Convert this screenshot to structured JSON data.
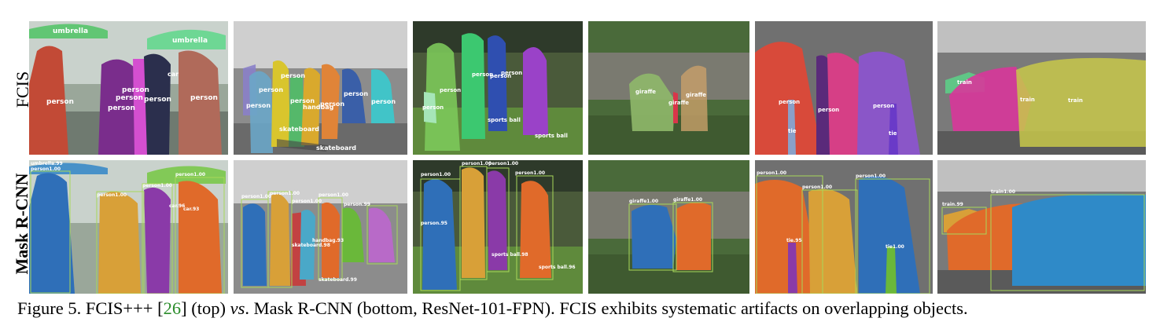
{
  "figure": {
    "row_labels": {
      "top": "FCIS",
      "bottom": "Mask R-CNN"
    },
    "caption": {
      "prefix": "Figure 5. FCIS+++ [",
      "cite": "26",
      "mid": "] (top) ",
      "vs": "vs",
      "rest": ". Mask R-CNN (bottom, ResNet-101-FPN). FCIS exhibits systematic artifacts on overlapping objects."
    },
    "fcis_labels": {
      "p1": [
        "umbrella",
        "umbrella",
        "person",
        "person",
        "person",
        "person",
        "person",
        "person",
        "car"
      ],
      "p2": [
        "person",
        "person",
        "person",
        "person",
        "person",
        "person",
        "handbag",
        "person",
        "skateboard",
        "skateboard"
      ],
      "p3": [
        "person",
        "person",
        "person",
        "person",
        "person",
        "sports ball",
        "sports ball"
      ],
      "p4": [
        "giraffe",
        "giraffe",
        "giraffe"
      ],
      "p5": [
        "person",
        "person",
        "person",
        "tie",
        "tie"
      ],
      "p6": [
        "train",
        "train",
        "train"
      ]
    },
    "mask_labels": {
      "p1": [
        "umbrella.99",
        "person1.00",
        "person1.00",
        "person1.00",
        "person1.00",
        "car.96",
        "car.93"
      ],
      "p2": [
        "person1.00",
        "person1.00",
        "person1.00",
        "person1.00",
        "person.99",
        "handbag.93",
        "skateboard.98",
        "skateboard.99"
      ],
      "p3": [
        "person1.00",
        "person1.00",
        "person1.00",
        "person1.00",
        "person.95",
        "sports ball.98",
        "sports ball.96"
      ],
      "p4": [
        "giraffe1.00",
        "giraffe1.00"
      ],
      "p5": [
        "person1.00",
        "person1.00",
        "person1.00",
        "tie.95",
        "tie1.00"
      ],
      "p6": [
        "train1.00",
        "train.99"
      ]
    }
  }
}
